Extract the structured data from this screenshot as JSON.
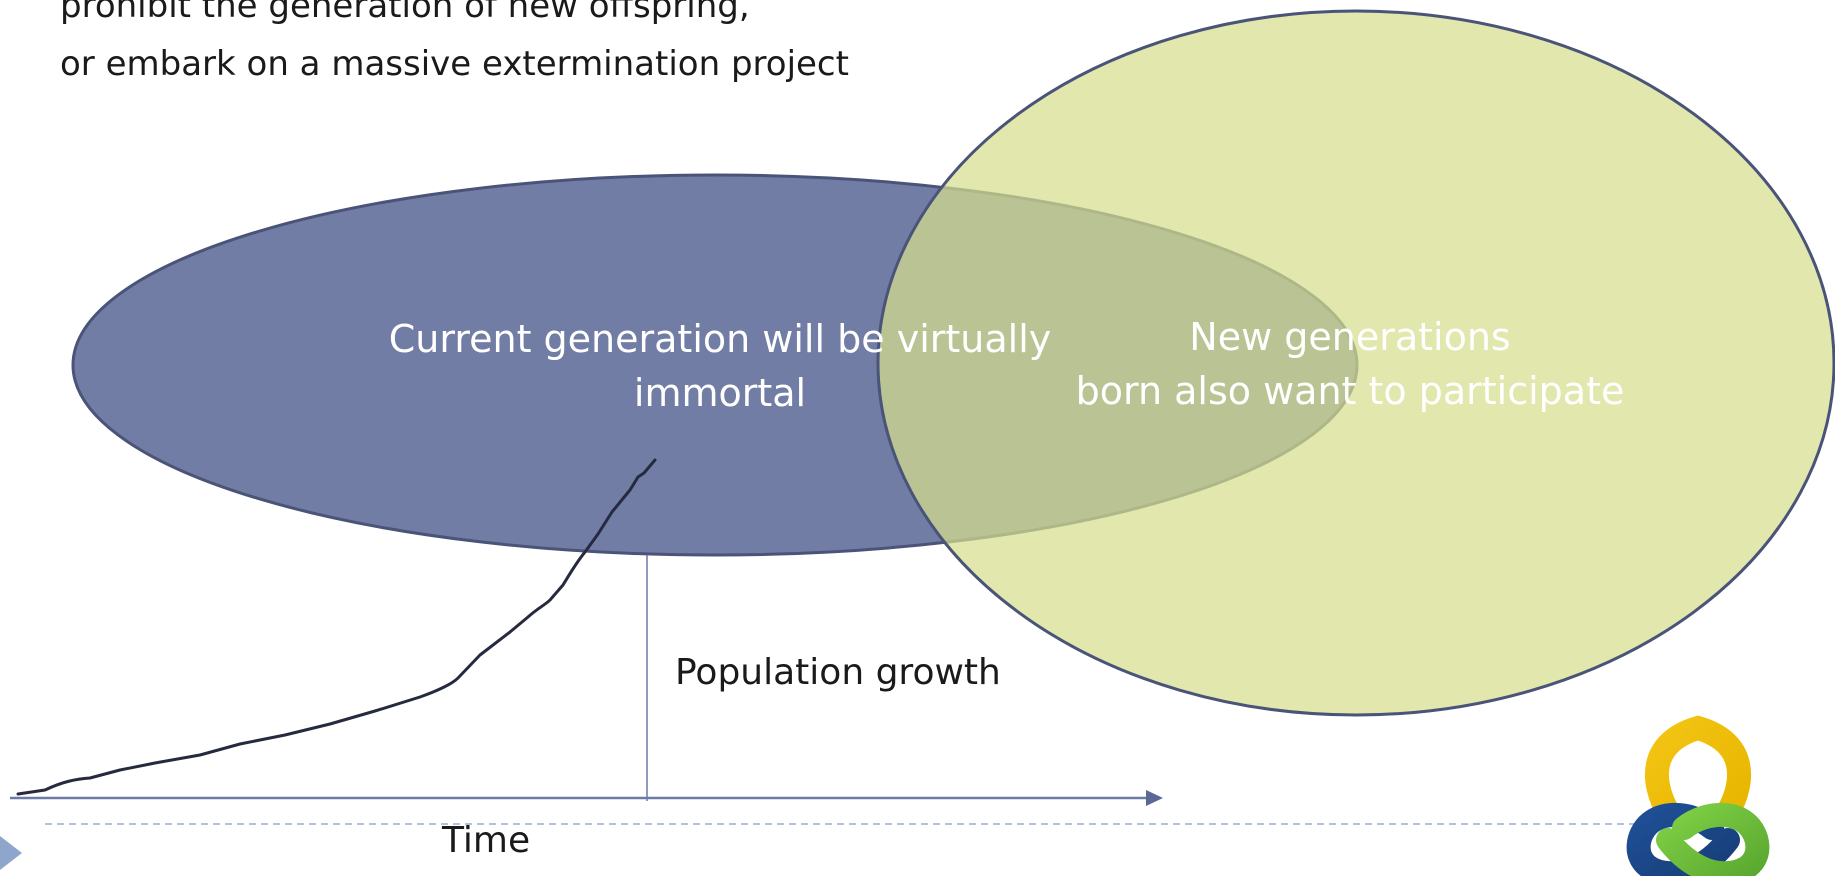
{
  "heading": {
    "line1": "prohibit the generation of new offspring,",
    "line2": "or embark on a massive extermination project"
  },
  "shapes": {
    "current_generation": "Current generation will be virtually\nimmortal",
    "new_generations": "New generations\nborn also want to participate"
  },
  "axes": {
    "y_label": "Population growth",
    "x_label": "Time"
  },
  "colors": {
    "current_ellipse": "#5b6896",
    "new_ellipse": "#d6de8e",
    "ellipse_stroke": "#4a5478",
    "curve": "#252a3e",
    "axis": "#6b7aa6",
    "divider": "#9aaed0",
    "bullet": "#8fa6cc",
    "logo_yellow": "#f3c413",
    "logo_blue": "#1f4f96",
    "logo_green": "#6cbf3a"
  },
  "icons": {
    "bullet": "triangle-bullet-icon",
    "logo": "trefoil-logo-icon"
  }
}
